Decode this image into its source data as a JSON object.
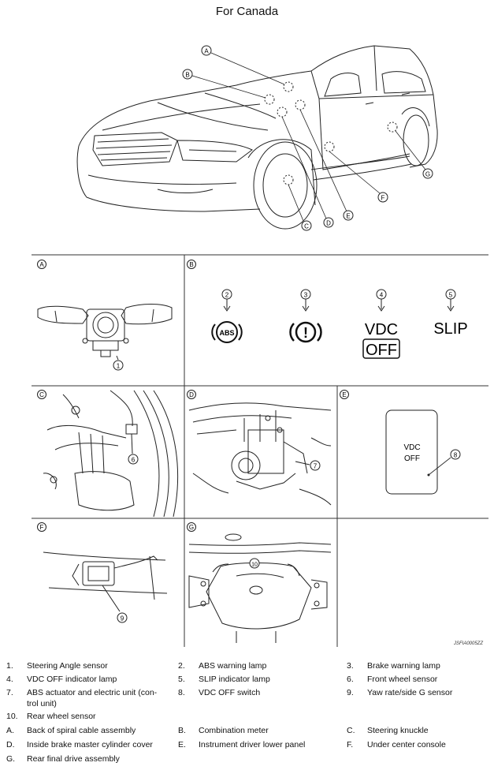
{
  "title": "For Canada",
  "callouts": {
    "A": "A",
    "B": "B",
    "C": "C",
    "D": "D",
    "E": "E",
    "F": "F",
    "G": "G"
  },
  "indicators": {
    "n1": "1",
    "n2": "2",
    "n3": "3",
    "n4": "4",
    "n5": "5",
    "n6": "6",
    "n7": "7",
    "n8": "8",
    "n9": "9",
    "n10": "10",
    "abs": "ABS",
    "vdc": "VDC",
    "off": "OFF",
    "slip": "SLIP",
    "brake": "!"
  },
  "switch_label": {
    "line1": "VDC",
    "line2": "OFF"
  },
  "figure_code": "JSFIA0005ZZ",
  "legend": [
    {
      "num": "1.",
      "text": "Steering Angle sensor"
    },
    {
      "num": "2.",
      "text": "ABS warning lamp"
    },
    {
      "num": "3.",
      "text": "Brake warning lamp"
    },
    {
      "num": "4.",
      "text": "VDC OFF indicator lamp"
    },
    {
      "num": "5.",
      "text": "SLIP indicator lamp"
    },
    {
      "num": "6.",
      "text": "Front wheel sensor"
    },
    {
      "num": "7.",
      "text": "ABS actuator and electric unit (con-"
    },
    {
      "num": "",
      "text": "trol unit)"
    },
    {
      "num": "8.",
      "text": "VDC OFF switch"
    },
    {
      "num": "9.",
      "text": "Yaw rate/side G sensor"
    },
    {
      "num": "10.",
      "text": "Rear wheel sensor"
    },
    {
      "num": "A.",
      "text": "Back of spiral cable assembly"
    },
    {
      "num": "B.",
      "text": "Combination meter"
    },
    {
      "num": "C.",
      "text": "Steering knuckle"
    },
    {
      "num": "D.",
      "text": "Inside brake master cylinder cover"
    },
    {
      "num": "E.",
      "text": "Instrument driver lower panel"
    },
    {
      "num": "F.",
      "text": "Under center console"
    },
    {
      "num": "G.",
      "text": "Rear final drive assembly"
    }
  ]
}
